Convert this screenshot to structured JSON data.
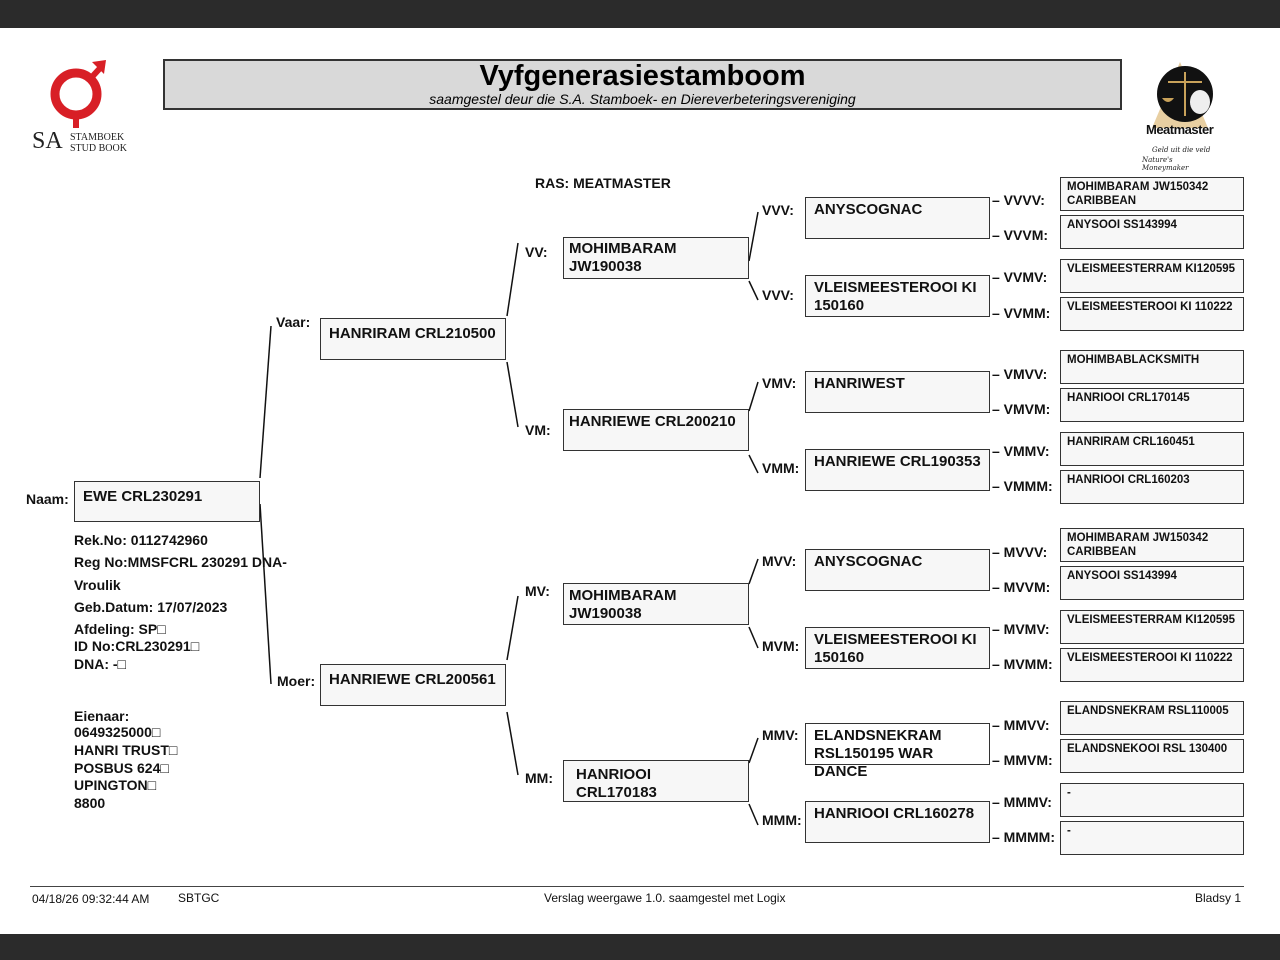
{
  "header": {
    "title": "Vyfgenerasiestamboom",
    "subtitle": "saamgestel deur die S.A. Stamboek- en Diereverbeteringsvereniging",
    "left_logo": {
      "line1": "SA",
      "line2": "STAMBOEK",
      "line3": "STUD BOOK",
      "color": "#d81f26"
    },
    "right_logo": {
      "brand": "Meatmaster",
      "tag1": "Geld uit die veld",
      "tag2": "Nature's Moneymaker"
    }
  },
  "ras": "RAS: MEATMASTER",
  "animal": {
    "naam_label": "Naam:",
    "naam": "EWE CRL230291",
    "rek_no": "Rek.No: 0112742960",
    "reg_no": "Reg No:MMSFCRL 230291 DNA-",
    "sex": "Vroulik",
    "geb_datum": "Geb.Datum: 17/07/2023",
    "afdeling": "Afdeling: SP□",
    "id_no": "ID No:CRL230291□",
    "dna": "DNA: -□"
  },
  "owner": {
    "label": "Eienaar:",
    "phone": "0649325000□",
    "name": "HANRI TRUST□",
    "address1": "POSBUS 624□",
    "address2": "UPINGTON□",
    "postcode": "8800"
  },
  "gen1": {
    "vaar": {
      "label": "Vaar:",
      "name": "HANRIRAM CRL210500"
    },
    "moer": {
      "label": "Moer:",
      "name": "HANRIEWE CRL200561"
    }
  },
  "gen2": {
    "vv": {
      "label": "VV:",
      "name": "MOHIMBARAM JW190038"
    },
    "vm": {
      "label": "VM:",
      "name": "HANRIEWE CRL200210"
    },
    "mv": {
      "label": "MV:",
      "name": "MOHIMBARAM JW190038"
    },
    "mm": {
      "label": "MM:",
      "name": "HANRIOOI CRL170183"
    }
  },
  "gen3": {
    "vvv": {
      "label": "VVV:",
      "name": "ANYSCOGNAC"
    },
    "vvm": {
      "label": "VVV:",
      "name": "VLEISMEESTEROOI KI 150160"
    },
    "vmv": {
      "label": "VMV:",
      "name": "HANRIWEST"
    },
    "vmm": {
      "label": "VMM:",
      "name": "HANRIEWE CRL190353"
    },
    "mvv": {
      "label": "MVV:",
      "name": "ANYSCOGNAC"
    },
    "mvm": {
      "label": "MVM:",
      "name": "VLEISMEESTEROOI KI 150160"
    },
    "mmv": {
      "label": "MMV:",
      "name": "ELANDSNEKRAM RSL150195 WAR DANCE"
    },
    "mmm": {
      "label": "MMM:",
      "name": "HANRIOOI CRL160278"
    }
  },
  "gen4": {
    "vvvv": {
      "label": "– VVVV:",
      "name": "MOHIMBARAM JW150342 CARIBBEAN"
    },
    "vvvm": {
      "label": "– VVVM:",
      "name": "ANYSOOI SS143994"
    },
    "vvmv": {
      "label": "– VVMV:",
      "name": "VLEISMEESTERRAM KI120595"
    },
    "vvmm": {
      "label": "– VVMM:",
      "name": "VLEISMEESTEROOI KI 110222"
    },
    "vmvv": {
      "label": "– VMVV:",
      "name": "MOHIMBABLACKSMITH"
    },
    "vmvm": {
      "label": "– VMVM:",
      "name": "HANRIOOI CRL170145"
    },
    "vmmv": {
      "label": "– VMMV:",
      "name": "HANRIRAM CRL160451"
    },
    "vmmm": {
      "label": "– VMMM:",
      "name": "HANRIOOI CRL160203"
    },
    "mvvv": {
      "label": "– MVVV:",
      "name": "MOHIMBARAM JW150342 CARIBBEAN"
    },
    "mvvm": {
      "label": "– MVVM:",
      "name": "ANYSOOI SS143994"
    },
    "mvmv": {
      "label": "– MVMV:",
      "name": "VLEISMEESTERRAM KI120595"
    },
    "mvmm": {
      "label": "– MVMM:",
      "name": "VLEISMEESTEROOI KI 110222"
    },
    "mmvv": {
      "label": "– MMVV:",
      "name": "ELANDSNEKRAM RSL110005"
    },
    "mmvm": {
      "label": "– MMVM:",
      "name": "ELANDSNEKOOI RSL 130400"
    },
    "mmmv": {
      "label": "– MMMV:",
      "name": "-"
    },
    "mmmm": {
      "label": "– MMMM:",
      "name": "-"
    }
  },
  "footer": {
    "timestamp": "04/18/26 09:32:44 AM",
    "code": "SBTGC",
    "report": "Verslag weergawe 1.0. saamgestel met Logix",
    "page": "Bladsy 1"
  }
}
